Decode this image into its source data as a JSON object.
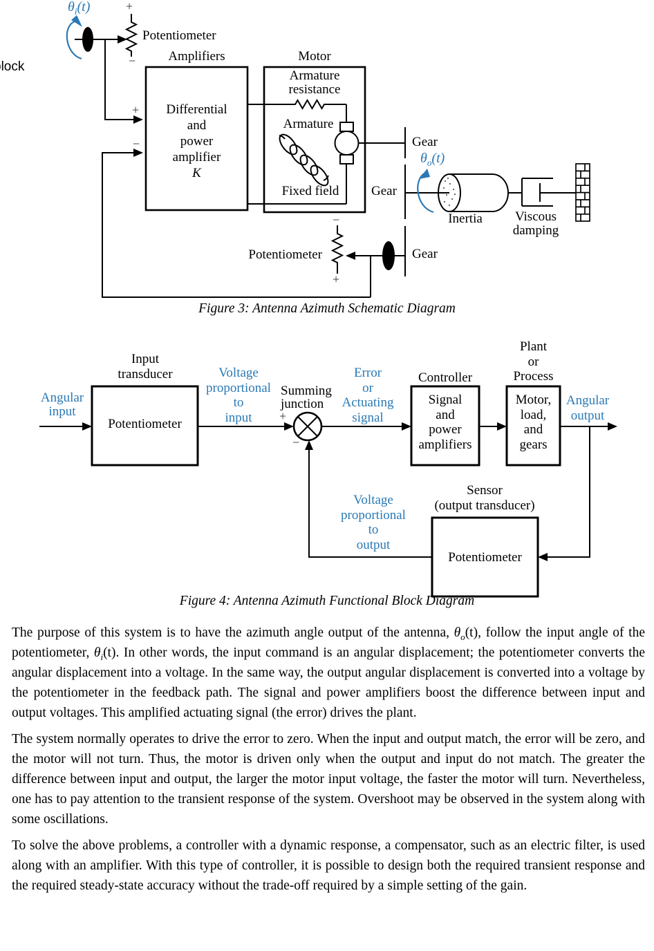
{
  "page": {
    "background": "#ffffff",
    "text_color": "#000000",
    "accent_blue": "#2a79b5"
  },
  "fig3": {
    "caption": "Figure 3: Antenna Azimuth Schematic Diagram",
    "cropped_left_text": "block",
    "theta_input": {
      "sym": "θ",
      "sub": "i",
      "rest": "(t)"
    },
    "theta_output": {
      "sym": "θ",
      "sub": "o",
      "rest": "(t)"
    },
    "pot_top_plus": "+",
    "pot_top_minus": "−",
    "pot_top_label": "Potentiometer",
    "amplifiers_title": "Amplifiers",
    "amp_line1": "Differential",
    "amp_line2": "and",
    "amp_line3": "power",
    "amp_line4": "amplifier",
    "amp_gain": "K",
    "amp_in_plus": "+",
    "amp_in_minus": "−",
    "motor_title": "Motor",
    "armature_resistance_l1": "Armature",
    "armature_resistance_l2": "resistance",
    "armature_label": "Armature",
    "fixed_field_label": "Fixed field",
    "gear_top": "Gear",
    "gear_mid": "Gear",
    "gear_bottom": "Gear",
    "inertia_label": "Inertia",
    "viscous_l1": "Viscous",
    "viscous_l2": "damping",
    "pot_bottom_minus": "−",
    "pot_bottom_plus": "+",
    "pot_bottom_label": "Potentiometer"
  },
  "fig4": {
    "caption": "Figure 4: Antenna Azimuth Functional Block Diagram",
    "angular_input_l1": "Angular",
    "angular_input_l2": "input",
    "input_transducer_l1": "Input",
    "input_transducer_l2": "transducer",
    "input_box_label": "Potentiometer",
    "v_in_l1": "Voltage",
    "v_in_l2": "proportional",
    "v_in_l3": "to",
    "v_in_l4": "input",
    "summing_l1": "Summing",
    "summing_l2": "junction",
    "sum_plus": "+",
    "sum_minus": "−",
    "error_l1": "Error",
    "error_l2": "or",
    "error_l3": "Actuating",
    "error_l4": "signal",
    "controller_title": "Controller",
    "controller_l1": "Signal",
    "controller_l2": "and",
    "controller_l3": "power",
    "controller_l4": "amplifiers",
    "plant_title_l1": "Plant",
    "plant_title_l2": "or",
    "plant_title_l3": "Process",
    "plant_l1": "Motor,",
    "plant_l2": "load,",
    "plant_l3": "and",
    "plant_l4": "gears",
    "angular_output_l1": "Angular",
    "angular_output_l2": "output",
    "sensor_title_l1": "Sensor",
    "sensor_title_l2": "(output transducer)",
    "sensor_box_label": "Potentiometer",
    "v_out_l1": "Voltage",
    "v_out_l2": "proportional",
    "v_out_l3": "to",
    "v_out_l4": "output"
  },
  "body": {
    "theta": "θ",
    "sub_o": "o",
    "sub_i": "i",
    "p1_a": "The purpose of this system is to have the azimuth angle output of the antenna, ",
    "p1_b": "(t), follow the input angle of the potentiometer, ",
    "p1_c": "(t).  In other words, the input command is an angular displacement; the potentiometer converts the angular displacement into a voltage.  In the same way, the output angular displacement is converted into a voltage by the potentiometer in the feedback path.  The signal and power amplifiers boost the difference between input and output voltages.  This amplified actuating signal (the error) drives the plant.",
    "p2": "The system normally operates to drive the error to zero.  When the input and output match, the error will be zero, and the motor will not turn.  Thus, the motor is driven only when the output and input do not match.  The greater the difference between input and output, the larger the motor input voltage, the faster the motor will turn.  Nevertheless, one has to pay attention to the transient response of the system.  Overshoot may be observed in the system along with some oscillations.",
    "p3": "To solve the above problems, a controller with a dynamic response, a compensator, such as an electric filter, is used along with an amplifier.  With this type of controller, it is possible to design both the required transient response and the required steady-state accuracy without the trade-off required by a simple setting of the gain."
  }
}
